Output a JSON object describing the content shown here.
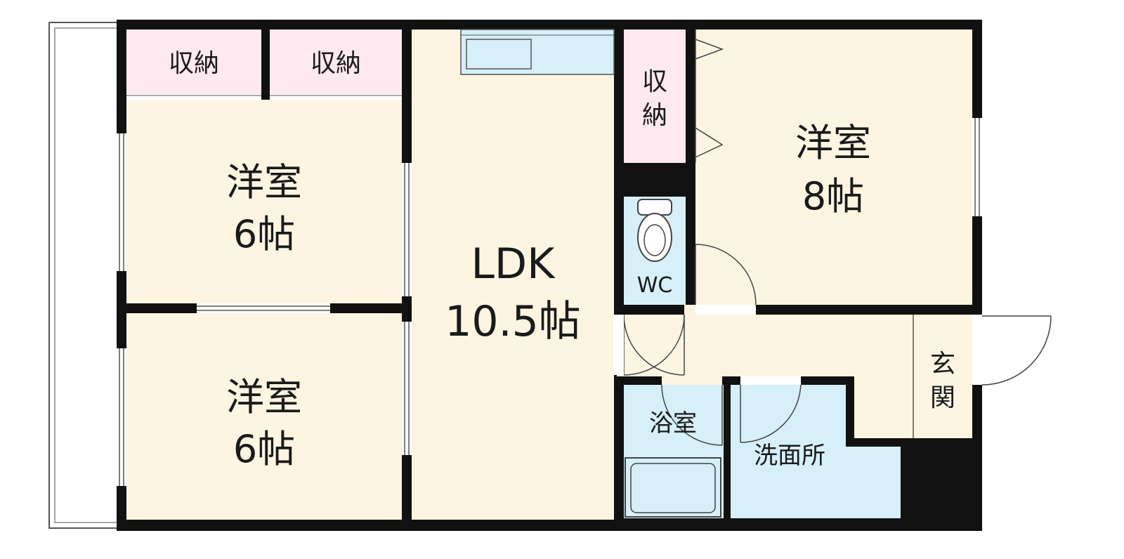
{
  "floorplan": {
    "rooms": {
      "closet_1": "収納",
      "closet_2": "収納",
      "closet_3_line1": "収",
      "closet_3_line2": "納",
      "western_room_a_name": "洋室",
      "western_room_a_size": "6帖",
      "western_room_b_name": "洋室",
      "western_room_b_size": "6帖",
      "ldk_name": "LDK",
      "ldk_size": "10.5帖",
      "western_room_c_name": "洋室",
      "western_room_c_size": "8帖",
      "wc": "WC",
      "bathroom": "浴室",
      "washroom": "洗面所",
      "entrance_line1": "玄",
      "entrance_line2": "関"
    },
    "colors": {
      "wall": "#111111",
      "room_fill": "#fdf5e2",
      "closet_fill": "#fde9ef",
      "wet_fill": "#d6eff9",
      "line": "#333333"
    }
  }
}
